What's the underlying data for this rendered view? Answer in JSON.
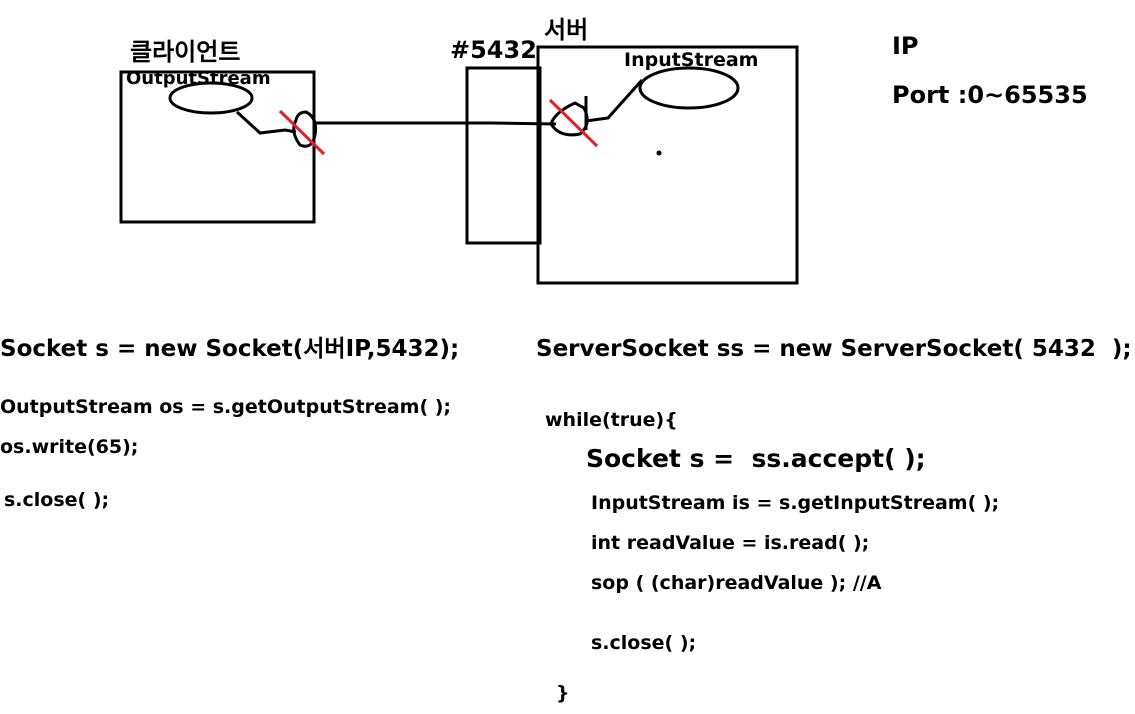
{
  "diagram": {
    "client_label": "클라이언트",
    "client_stream_label": "OutputStream",
    "port_label": "#5432",
    "server_label": "서버",
    "server_stream_label": "InputStream",
    "info_ip": "IP",
    "info_port": "Port :0~65535"
  },
  "client_code": {
    "line1": "Socket s = new Socket(서버IP,5432);",
    "line2": "OutputStream os = s.getOutputStream( );",
    "line3": "os.write(65);",
    "line4": "s.close( );"
  },
  "server_code": {
    "line1": "ServerSocket ss = new ServerSocket( 5432  );",
    "line2": "while(true){",
    "line3": "Socket s =  ss.accept( );",
    "line4": "InputStream is = s.getInputStream( );",
    "line5": "int readValue = is.read( );",
    "line6": "sop ( (char)readValue ); //A",
    "line7": "s.close( );",
    "line8": "}"
  },
  "colors": {
    "ink": "#000000",
    "cross": "#e0202a"
  }
}
